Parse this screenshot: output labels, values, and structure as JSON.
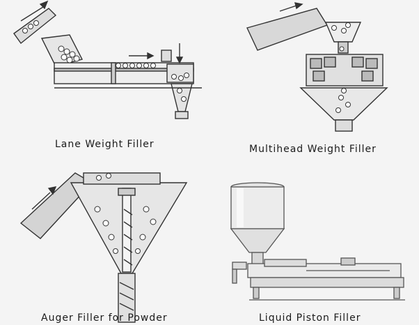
{
  "captions": {
    "lane": "Lane Weight Filler",
    "multihead": "Multihead Weight Filler",
    "auger": "Auger Filler for Powder",
    "piston": "Liquid Piston Filler"
  }
}
